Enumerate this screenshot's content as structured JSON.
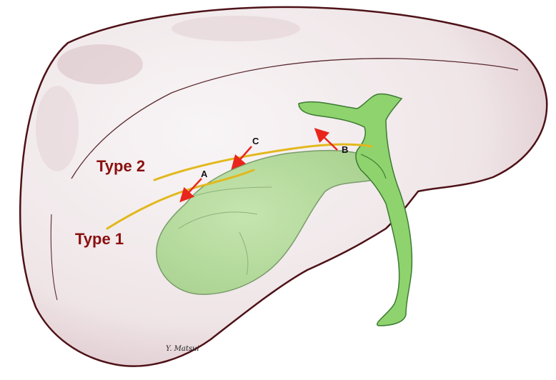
{
  "labels": {
    "type2": "Type 2",
    "type1": "Type 1",
    "point_a": "A",
    "point_b": "B",
    "point_c": "C"
  },
  "signature": "Y. Matsui",
  "colors": {
    "liver_fill": "#f4eff0",
    "liver_outline": "#4e1218",
    "gallbladder_fill": "#b9dea0",
    "gallbladder_outline": "#7a9c6a",
    "bile_duct_fill": "#8fd36e",
    "bile_duct_outline": "#3d7a33",
    "vein_stroke": "#e2b81c",
    "arrow_color": "#e8261c",
    "type_label_color": "#8a1010"
  }
}
